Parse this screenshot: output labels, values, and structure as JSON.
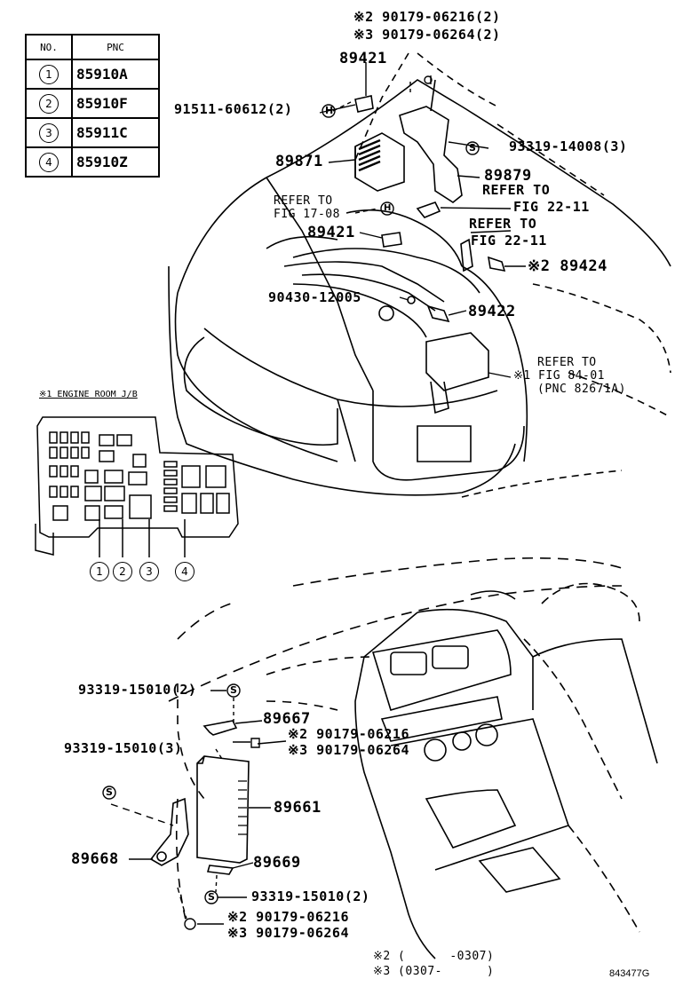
{
  "table": {
    "headers": {
      "no": "NO.",
      "pnc": "PNC"
    },
    "rows": [
      {
        "no": "1",
        "pnc": "85910A"
      },
      {
        "no": "2",
        "pnc": "85910F"
      },
      {
        "no": "3",
        "pnc": "85911C"
      },
      {
        "no": "4",
        "pnc": "85910Z"
      }
    ]
  },
  "labels": {
    "top_note2": "※2 90179-06216(2)",
    "top_note3": "※3 90179-06264(2)",
    "p89421_top": "89421",
    "p91511": "91511-60612(2)",
    "p93319_14008": "93319-14008(3)",
    "p89871": "89871",
    "p89879": "89879",
    "refer_fig_22_11_a1": "REFER TO",
    "refer_fig_22_11_a2": "FIG 22-11",
    "refer_fig_17_08_1": "REFER TO",
    "refer_fig_17_08_2": "FIG 17-08",
    "refer_fig_22_11_b1": "REFER TO",
    "refer_fig_22_11_b2": "FIG 22-11",
    "p89421_mid": "89421",
    "p89424": "※2 89424",
    "p90430": "90430-12005",
    "p89422": "89422",
    "refer_fig_84_01_1": "REFER TO",
    "refer_fig_84_01_2": "※1 FIG 84-01",
    "refer_fig_84_01_3": "(PNC 82671A)",
    "engine_room_jb": "※1 ENGINE ROOM J/B",
    "jb_callouts": [
      "1",
      "2",
      "3",
      "4"
    ],
    "p93319_15010_2_top": "93319-15010(2)",
    "p89667": "89667",
    "p90179_06216_mid": "※2 90179-06216",
    "p90179_06264_mid": "※3 90179-06264",
    "p93319_15010_3": "93319-15010(3)",
    "p89661": "89661",
    "p89668": "89668",
    "p89669": "89669",
    "p93319_15010_2_bot": "93319-15010(2)",
    "p90179_06216_bot": "※2 90179-06216",
    "p90179_06264_bot": "※3 90179-06264",
    "legend2": "※2 (      -0307)",
    "legend3": "※3 (0307-      )",
    "figure_code": "843477G"
  },
  "icons": {
    "bolt_s": "S",
    "bolt_h": "H"
  }
}
